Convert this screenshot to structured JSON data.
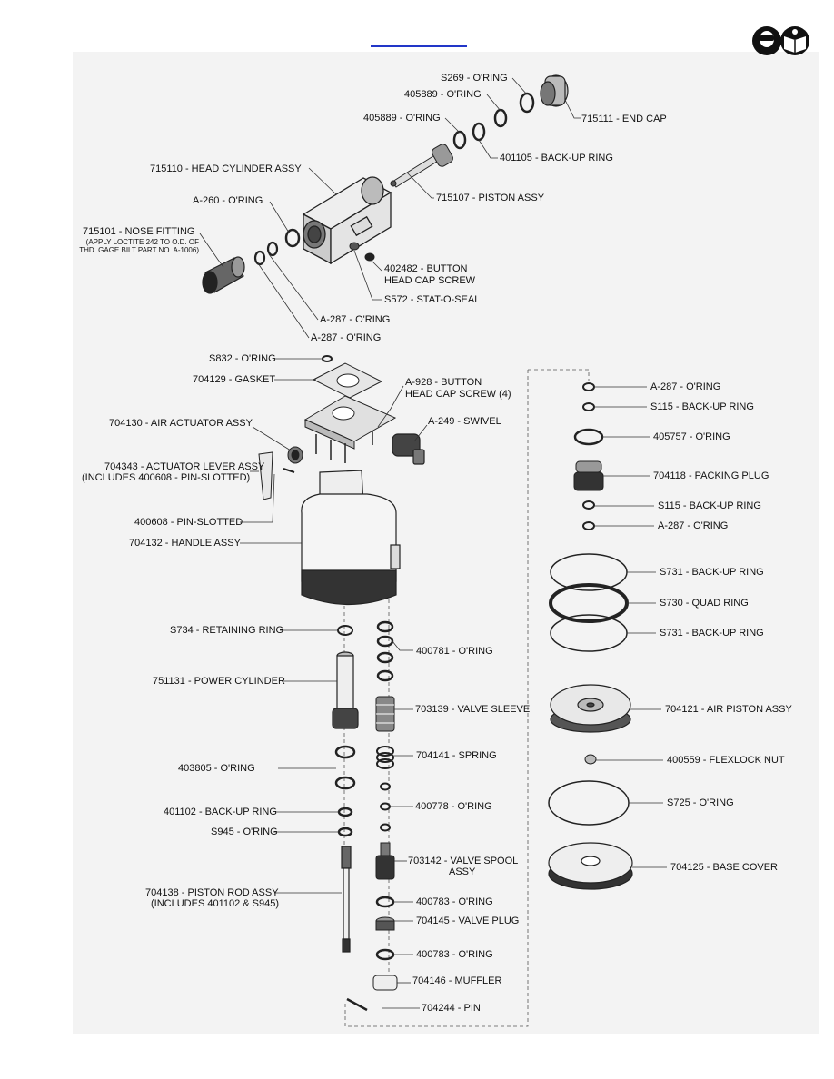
{
  "header": {
    "safety_icons": [
      "face-shield-icon",
      "read-manual-icon"
    ]
  },
  "labels": {
    "s269": "S269 - O'RING",
    "o405889a": "405889 - O'RING",
    "o405889b": "405889 - O'RING",
    "endcap": "715111 - END CAP",
    "backup401105": "401105 - BACK-UP RING",
    "headcyl": "715110 - HEAD CYLINDER ASSY",
    "piston715107": "715107 - PISTON ASSY",
    "a260": "A-260 - O'RING",
    "nose": "715101 - NOSE FITTING",
    "nose_note1": "(APPLY LOCTITE 242 TO O.D. OF",
    "nose_note2": "THD. GAGE BILT PART NO. A-1006)",
    "button1": "402482 - BUTTON",
    "button2": "HEAD CAP SCREW",
    "s572": "S572 - STAT-O-SEAL",
    "a287a": "A-287 - O'RING",
    "a287b": "A-287 - O'RING",
    "s832": "S832 - O'RING",
    "gasket": "704129 - GASKET",
    "a928a": "A-928 - BUTTON",
    "a928b": "HEAD CAP SCREW (4)",
    "airact": "704130 - AIR ACTUATOR ASSY",
    "swivel": "A-249 - SWIVEL",
    "lever1": "704343 - ACTUATOR LEVER ASSY",
    "lever2": "(INCLUDES 400608 - PIN-SLOTTED)",
    "pin400608": "400608 - PIN-SLOTTED",
    "handle": "704132 - HANDLE ASSY",
    "s734": "S734 - RETAINING RING",
    "o400781": "400781 - O'RING",
    "powercyl": "751131 - POWER CYLINDER",
    "sleeve": "703139 - VALVE SLEEVE",
    "spring": "704141 - SPRING",
    "o403805": "403805 - O'RING",
    "o400778": "400778 - O'RING",
    "backup401102": "401102 - BACK-UP RING",
    "s945": "S945 - O'RING",
    "spool1": "703142 - VALVE SPOOL",
    "spool2": "ASSY",
    "rod1": "704138 - PISTON ROD ASSY",
    "rod2": "(INCLUDES 401102 & S945)",
    "o400783a": "400783 - O'RING",
    "vplug": "704145 - VALVE PLUG",
    "o400783b": "400783 - O'RING",
    "muffler": "704146 - MUFFLER",
    "pin704244": "704244 - PIN",
    "ra287a": "A-287 - O'RING",
    "s115a": "S115 - BACK-UP RING",
    "o405757": "405757 - O'RING",
    "packing": "704118 - PACKING PLUG",
    "s115b": "S115 - BACK-UP RING",
    "ra287b": "A-287 - O'RING",
    "s731a": "S731 - BACK-UP RING",
    "s730": "S730 - QUAD RING",
    "s731b": "S731 - BACK-UP RING",
    "airpiston": "704121 - AIR PISTON ASSY",
    "flexlock": "400559 - FLEXLOCK NUT",
    "s725": "S725 - O'RING",
    "basecover": "704125 - BASE COVER"
  }
}
